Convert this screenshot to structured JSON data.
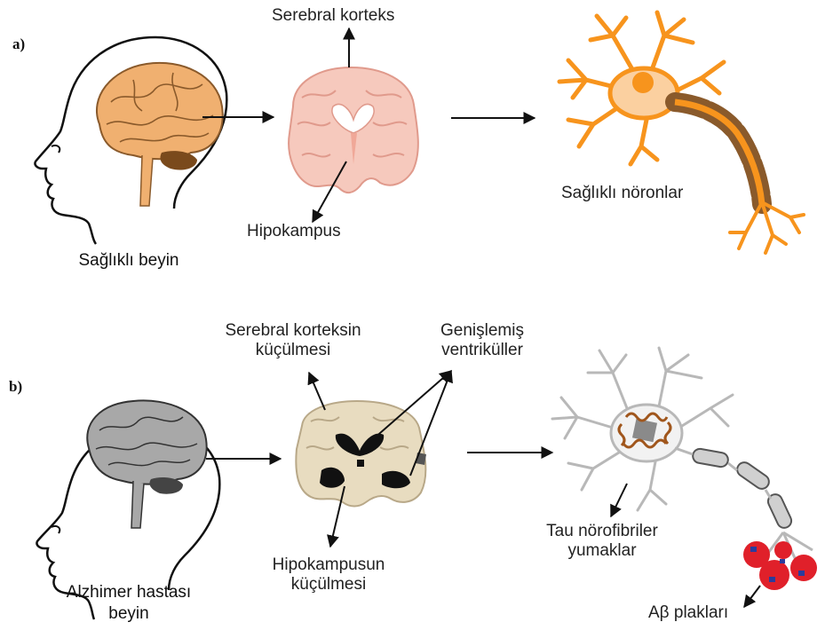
{
  "panel_a": {
    "letter": "a)",
    "caption": "Sağlıklı beyin",
    "cortex_label": "Serebral korteks",
    "hippocampus_label": "Hipokampus",
    "neuron_label": "Sağlıklı nöronlar"
  },
  "panel_b": {
    "letter": "b)",
    "caption_line1": "Alzhimer hastası",
    "caption_line2": "beyin",
    "cortex_label_line1": "Serebral korteksin",
    "cortex_label_line2": "küçülmesi",
    "ventricle_label_line1": "Genişlemiş",
    "ventricle_label_line2": "ventriküller",
    "hippocampus_label_line1": "Hipokampusun",
    "hippocampus_label_line2": "küçülmesi",
    "tau_label_line1": "Tau nörofibriler",
    "tau_label_line2": "yumaklar",
    "plaque_label": "Aβ plakları"
  },
  "colors": {
    "healthy_brain": "#f0b070",
    "healthy_section": "#f6c9bd",
    "healthy_neuron": "#f7941d",
    "myelin_brown": "#8a5a2b",
    "alz_brain": "#a8a8a8",
    "alz_section": "#e8dcc0",
    "tau_brown": "#a0561c",
    "plaque_red": "#e0202a",
    "plaque_blue": "#2c3c9c"
  }
}
